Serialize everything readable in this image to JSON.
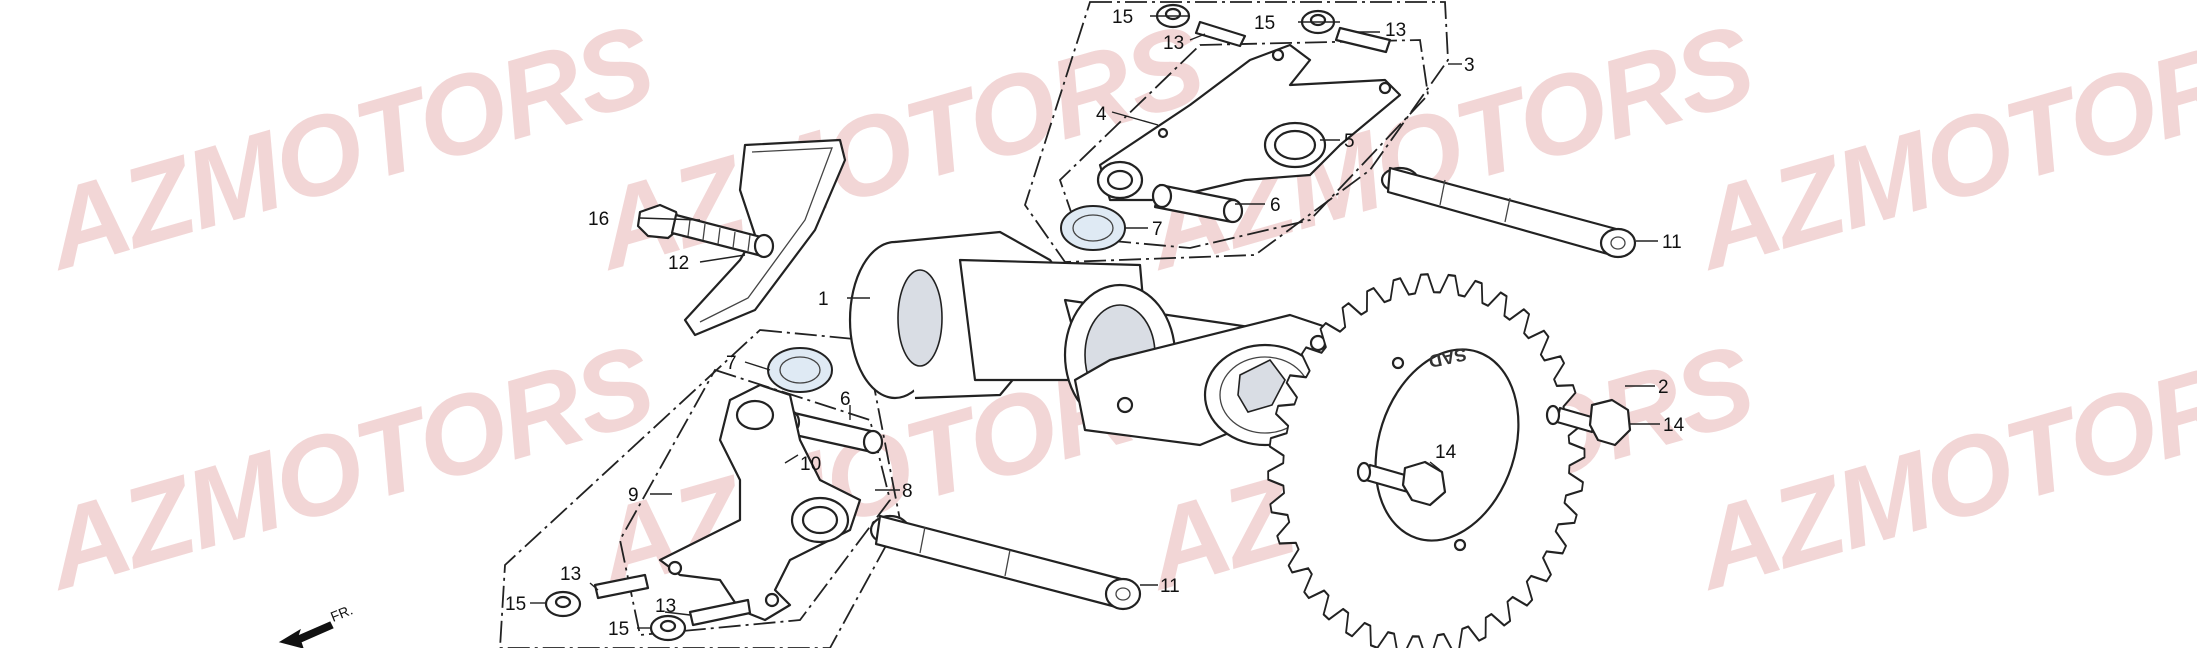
{
  "watermark": {
    "text": "AZMOTORS",
    "color": "#f2d6d6"
  },
  "direction": {
    "label": "FR."
  },
  "sprocket_stamp": "SAD",
  "callouts": [
    {
      "id": "c1",
      "text": "1"
    },
    {
      "id": "c2",
      "text": "2"
    },
    {
      "id": "c3",
      "text": "3"
    },
    {
      "id": "c4",
      "text": "4"
    },
    {
      "id": "c5",
      "text": "5"
    },
    {
      "id": "c6a",
      "text": "6"
    },
    {
      "id": "c6b",
      "text": "6"
    },
    {
      "id": "c7a",
      "text": "7"
    },
    {
      "id": "c7b",
      "text": "7"
    },
    {
      "id": "c8",
      "text": "8"
    },
    {
      "id": "c9",
      "text": "9"
    },
    {
      "id": "c10",
      "text": "10"
    },
    {
      "id": "c11a",
      "text": "11"
    },
    {
      "id": "c11b",
      "text": "11"
    },
    {
      "id": "c12",
      "text": "12"
    },
    {
      "id": "c13a",
      "text": "13"
    },
    {
      "id": "c13b",
      "text": "13"
    },
    {
      "id": "c13c",
      "text": "13"
    },
    {
      "id": "c13d",
      "text": "13"
    },
    {
      "id": "c14a",
      "text": "14"
    },
    {
      "id": "c14b",
      "text": "14"
    },
    {
      "id": "c15a",
      "text": "15"
    },
    {
      "id": "c15b",
      "text": "15"
    },
    {
      "id": "c15c",
      "text": "15"
    },
    {
      "id": "c15d",
      "text": "15"
    },
    {
      "id": "c16",
      "text": "16"
    }
  ]
}
